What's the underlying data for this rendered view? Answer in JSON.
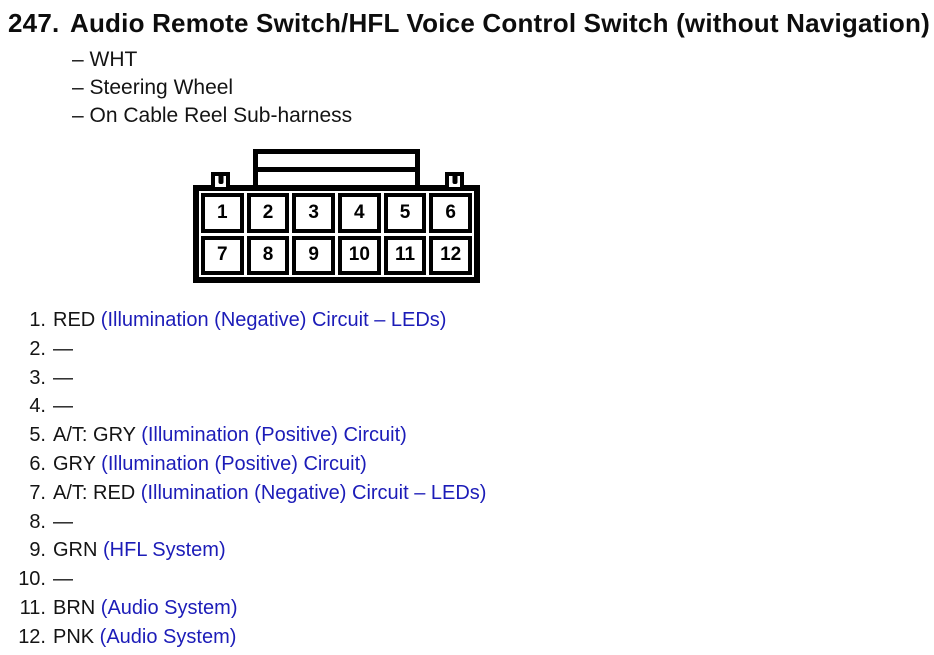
{
  "page": {
    "title_num": "247.",
    "title": "Audio Remote Switch/HFL Voice Control Switch (without Navigation)",
    "subitems": [
      "– WHT",
      "– Steering Wheel",
      "– On Cable Reel Sub-harness"
    ]
  },
  "connector": {
    "description": "12-pin connector, front view, 2 rows of 6 cavities with top latch",
    "pins": [
      "1",
      "2",
      "3",
      "4",
      "5",
      "6",
      "7",
      "8",
      "9",
      "10",
      "11",
      "12"
    ]
  },
  "pinout": {
    "items": [
      {
        "num": "1.",
        "wire": "RED",
        "circuit": " (Illumination (Negative) Circuit – LEDs)"
      },
      {
        "num": "2.",
        "wire": "—",
        "circuit": ""
      },
      {
        "num": "3.",
        "wire": "—",
        "circuit": ""
      },
      {
        "num": "4.",
        "wire": "—",
        "circuit": ""
      },
      {
        "num": "5.",
        "wire": "A/T: GRY",
        "circuit": " (Illumination (Positive) Circuit)"
      },
      {
        "num": "6.",
        "wire": "GRY",
        "circuit": " (Illumination (Positive) Circuit)"
      },
      {
        "num": "7.",
        "wire": "A/T: RED",
        "circuit": " (Illumination (Negative) Circuit – LEDs)"
      },
      {
        "num": "8.",
        "wire": "—",
        "circuit": ""
      },
      {
        "num": "9.",
        "wire": "GRN",
        "circuit": " (HFL System)"
      },
      {
        "num": "10.",
        "wire": "—",
        "circuit": ""
      },
      {
        "num": "11.",
        "wire": "BRN",
        "circuit": " (Audio System)"
      },
      {
        "num": "12.",
        "wire": "PNK",
        "circuit": " (Audio System)"
      }
    ]
  },
  "colors": {
    "circuit_link_blue": "#1c1cb8",
    "ink_black": "#141414",
    "diagram_stroke": "#000000"
  }
}
